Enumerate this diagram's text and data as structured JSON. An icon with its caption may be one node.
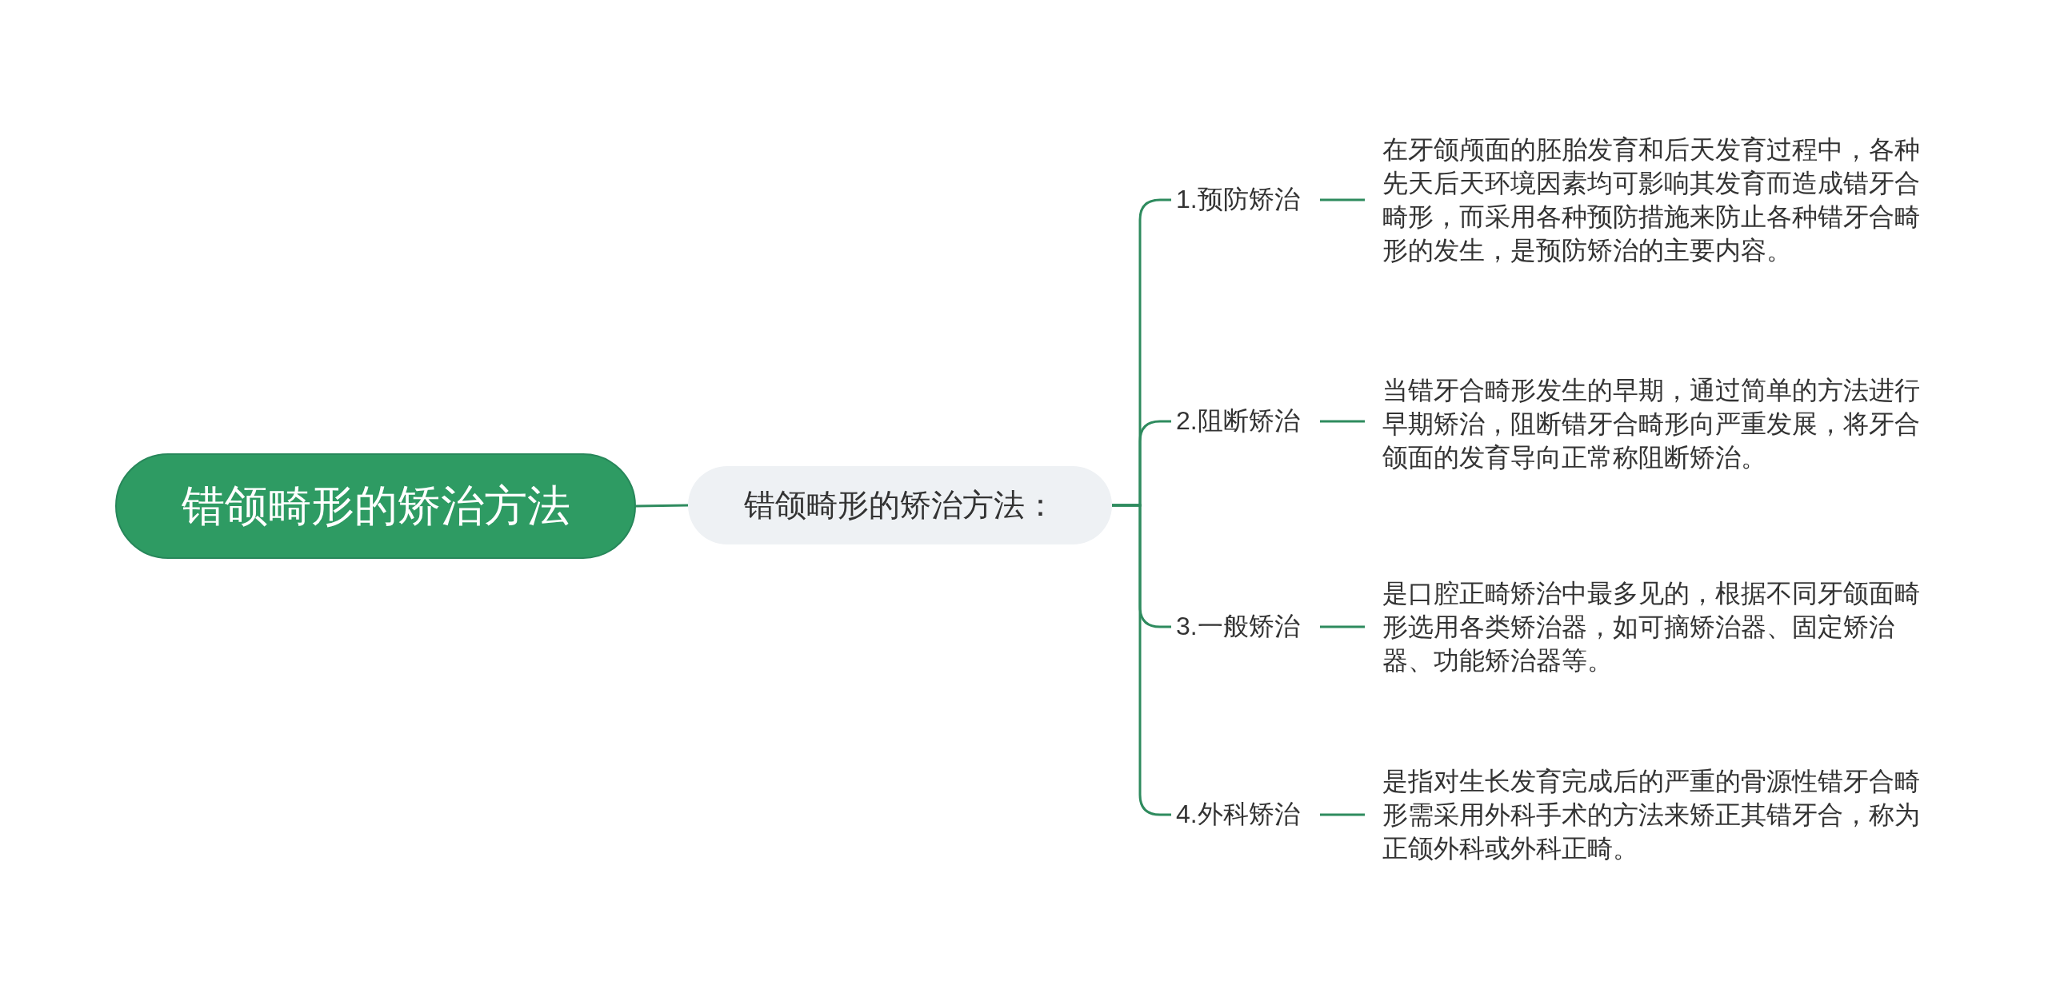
{
  "diagram": {
    "nodes": [
      {
        "text": [
          "错颌畸形的矫治方法"
        ]
      },
      {
        "text": [
          "错颌畸形的矫治方法："
        ]
      },
      {
        "text": [
          "1.预防矫治"
        ]
      },
      {
        "text": [
          "2.阻断矫治"
        ]
      },
      {
        "text": [
          "3.一般矫治"
        ]
      },
      {
        "text": [
          "4.外科矫治"
        ]
      },
      {
        "text": [
          "在牙颌颅面的胚胎发育和后天发育过程中，各种先天后天环境因素均可影响其发育而造成错牙合畸形，而采用各种预防措施来防止各种错牙合畸形的发生，是预防矫治的主要内容。"
        ]
      },
      {
        "text": [
          "当错牙合畸形发生的早期，通过简单的方法进行早期矫治，阻断错牙合畸形向严重发展，将牙合颌面的发育导向正常称阻断矫治。"
        ]
      },
      {
        "text": [
          "是口腔正畸矫治中最多见的，根据不同牙颌面畸形选用各类矫治器，如可摘矫治器、固定矫治器、功能矫治器等。"
        ]
      },
      {
        "text": [
          "是指对生长发育完成后的严重的骨源性错牙合畸形需采用外科手术的方法来矫正其错牙合，称为正颌外科或外科正畸。"
        ]
      }
    ],
    "edges": [
      {
        "from": 0,
        "to": 1,
        "arrow": "none"
      },
      {
        "from": 1,
        "to": 2,
        "arrow": "none"
      },
      {
        "from": 1,
        "to": 3,
        "arrow": "none"
      },
      {
        "from": 1,
        "to": 4,
        "arrow": "none"
      },
      {
        "from": 1,
        "to": 5,
        "arrow": "none"
      },
      {
        "from": 2,
        "to": 6,
        "arrow": "none"
      },
      {
        "from": 3,
        "to": 7,
        "arrow": "none"
      },
      {
        "from": 4,
        "to": 8,
        "arrow": "none"
      },
      {
        "from": 5,
        "to": 9,
        "arrow": "none"
      }
    ]
  }
}
